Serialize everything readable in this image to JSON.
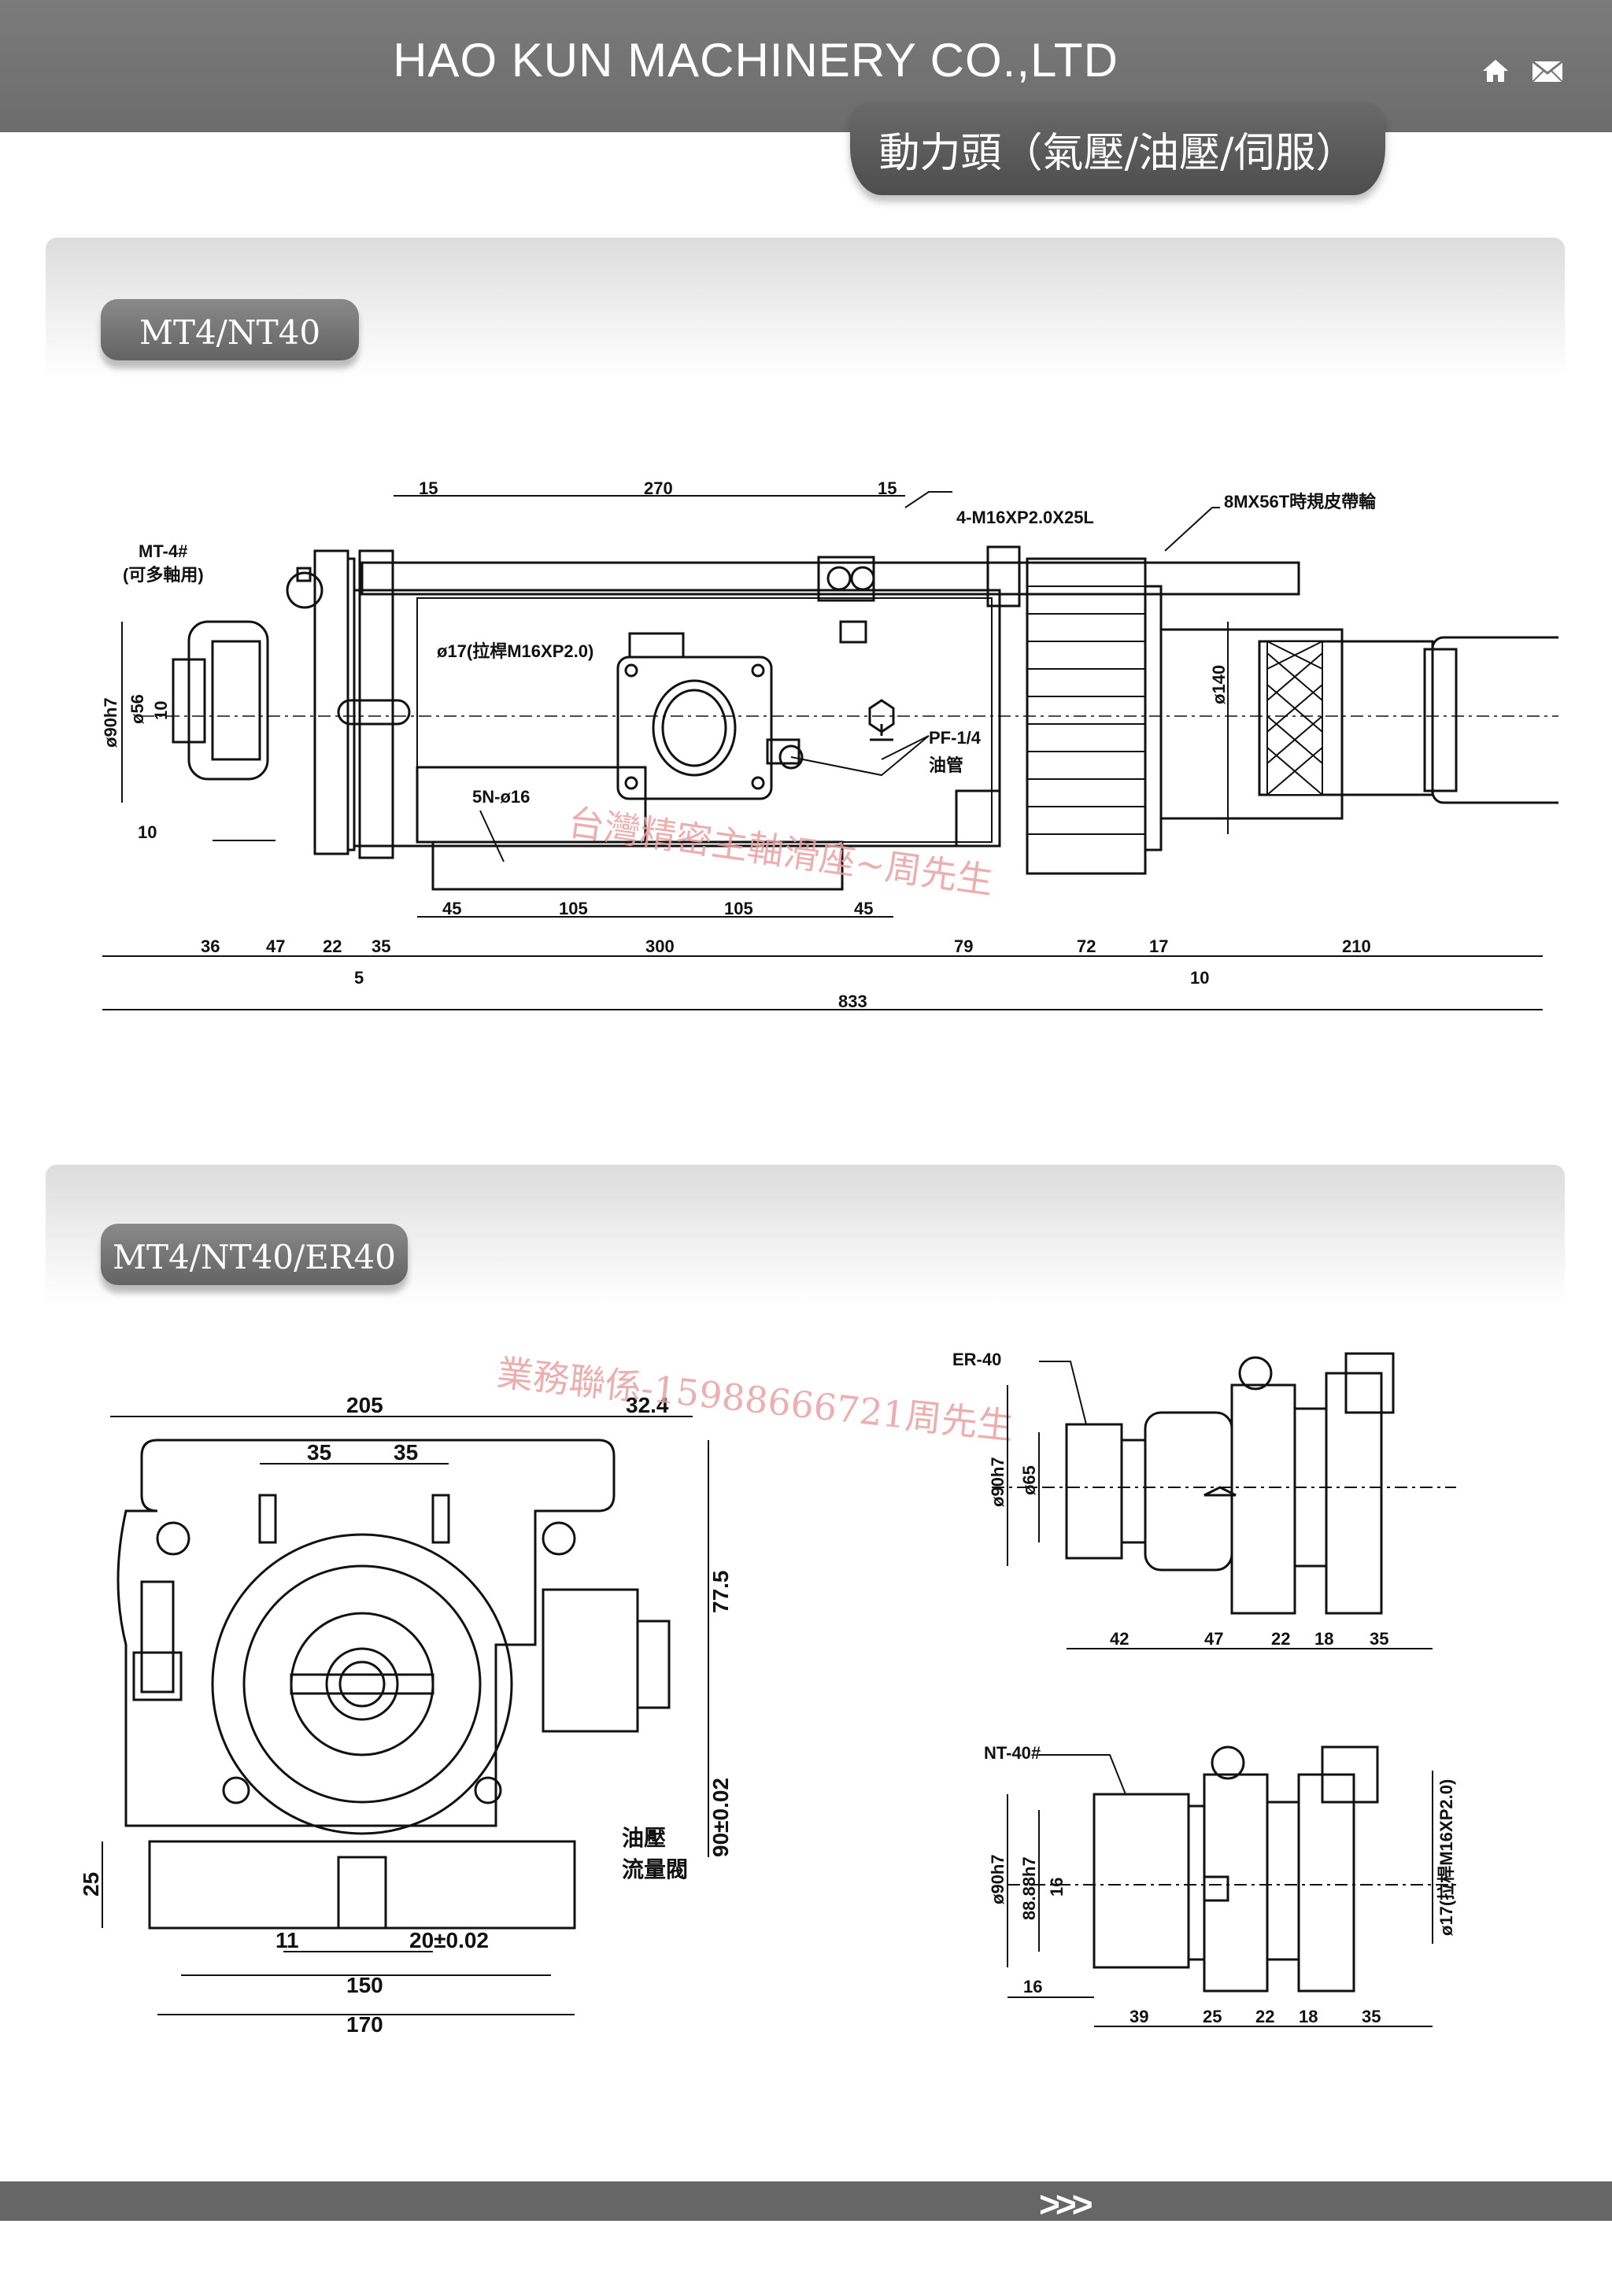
{
  "header": {
    "company": "HAO KUN MACHINERY CO.,LTD",
    "category_tab": "動力頭（氣壓/油壓/伺服）",
    "icons": [
      "home-icon",
      "mail-icon"
    ]
  },
  "section1": {
    "title": "MT4/NT40",
    "labels": {
      "mt4": "MT-4#",
      "mt4_sub": "(可多軸用)",
      "bolts": "4-M16XP2.0X25L",
      "pulley": "8MX56T時規皮帶輪",
      "drawbar": "ø17(拉桿M16XP2.0)",
      "holes": "5N-ø16",
      "pf": "PF-1/4",
      "oil_pipe": "油管",
      "d90": "ø90h7",
      "d56": "ø56",
      "d10v": "10",
      "d140": "ø140"
    },
    "dims_top": [
      "15",
      "270",
      "15"
    ],
    "dims_mid": [
      "45",
      "105",
      "105",
      "45"
    ],
    "dims_row": [
      "36",
      "47",
      "22",
      "35",
      "300",
      "79",
      "72",
      "17",
      "210"
    ],
    "dims_misc": [
      "10",
      "5",
      "10"
    ],
    "overall": "833",
    "watermark": "台灣精密主軸滑座~周先生"
  },
  "section2": {
    "title": "MT4/NT40/ER40",
    "front": {
      "dims_top": [
        "205",
        "32.4",
        "35",
        "35"
      ],
      "dims_right": [
        "77.5",
        "90±0.02"
      ],
      "dims_left": [
        "25"
      ],
      "dims_bottom": [
        "11",
        "20±0.02",
        "150",
        "170"
      ],
      "valve_label_1": "油壓",
      "valve_label_2": "流量閥"
    },
    "er40": {
      "label": "ER-40",
      "d90": "ø90h7",
      "d65": "ø65",
      "dims": [
        "42",
        "47",
        "22",
        "18",
        "35"
      ]
    },
    "nt40": {
      "label": "NT-40#",
      "d90": "ø90h7",
      "d88": "88.88h7",
      "d16v": "16",
      "d16h": "16",
      "drawbar": "ø17(拉桿M16XP2.0)",
      "dims": [
        "39",
        "25",
        "22",
        "18",
        "35"
      ]
    },
    "watermark": "業務聯係-15988666721周先生"
  },
  "footer": {
    "next": ">>>"
  }
}
